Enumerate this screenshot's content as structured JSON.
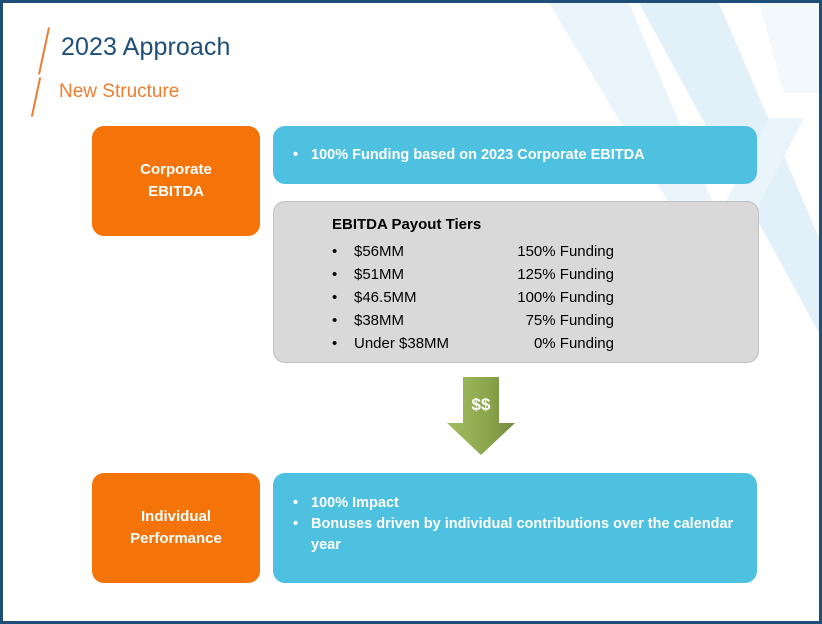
{
  "slide": {
    "title": "2023 Approach",
    "subtitle": "New Structure",
    "accent_orange": "#ED7D31",
    "title_blue": "#1F4E79",
    "box_orange": "#F4740A",
    "box_blue": "#4FC1E0",
    "box_gray": "#D9D9D9",
    "arrow_green": "#8DA84E",
    "border_blue": "#1F4E79"
  },
  "corporate": {
    "label_line1": "Corporate",
    "label_line2": "EBITDA",
    "funding_bullet": "•",
    "funding_text": "100% Funding based on 2023 Corporate EBITDA"
  },
  "tiers_panel": {
    "heading": "EBITDA Payout Tiers",
    "bullet": "•",
    "rows": [
      {
        "amount": "$56MM",
        "funding": "150% Funding"
      },
      {
        "amount": "$51MM",
        "funding": "125% Funding"
      },
      {
        "amount": "$46.5MM",
        "funding": "100% Funding"
      },
      {
        "amount": "$38MM",
        "funding": "75% Funding"
      },
      {
        "amount": "Under $38MM",
        "funding": "0% Funding"
      }
    ]
  },
  "arrow": {
    "label": "$$"
  },
  "individual": {
    "label_line1": "Individual",
    "label_line2": "Performance",
    "bullets": [
      "100% Impact",
      "Bonuses driven by individual contributions over the calendar year"
    ],
    "bullet_char": "•"
  }
}
